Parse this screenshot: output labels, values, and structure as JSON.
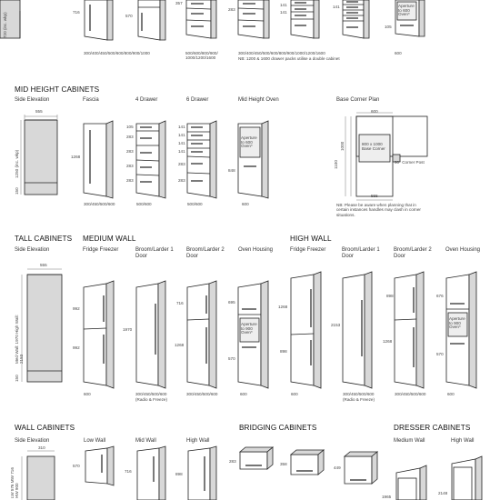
{
  "colors": {
    "ink": "#222222",
    "cabinet_side": "#d8d8d8",
    "cabinet_face": "#ffffff",
    "oven_glass": "#eeeeee"
  },
  "top_row": {
    "dims": {
      "d716": "716",
      "d570": "570",
      "d1": "357",
      "d2": "283",
      "d3": "141",
      "d4": "141",
      "d5": "141",
      "d6": "105",
      "side_vertical": "720 (inc. wkp)",
      "oven_text": "Aperture to 600 Oven*"
    },
    "captions": {
      "a": "300/400/450/500/600/800/900/1000",
      "b": "500/600/800/900/ 1000/1200/1600",
      "c": "300/400/450/500/600/800/900/1000/1200/1600",
      "c_note": "NB: 1200 & 1600 drawer packs utilise a double cabinet",
      "d": "600"
    }
  },
  "mid_height": {
    "heading": "MID HEIGHT CABINETS",
    "labels": {
      "side": "Side Elevation",
      "fascia": "Fascia",
      "four": "4 Drawer",
      "six": "6 Drawer",
      "oven": "Mid Height Oven",
      "plan": "Base Corner Plan"
    },
    "dims": {
      "depth": "555",
      "height": "1250 (inc. wkp)",
      "plinth": "150",
      "fascia_h": "1268",
      "oven_h": "848",
      "oven_text": "Aperture to 600 Oven*",
      "d4_a": "105",
      "d4_b": "283",
      "d4_c": "283",
      "d4_d": "283",
      "d4_e": "283",
      "d6_a": "141",
      "d6_b": "141",
      "d6_c": "141",
      "d6_d": "141",
      "d6_e": "283",
      "d6_f": "283",
      "plan_w": "600",
      "plan_d": "555",
      "plan_l1": "1100",
      "plan_l2": "1000",
      "plan_box": "800 x 1000 Base Corner",
      "plan_post": "90° Corner Post"
    },
    "captions": {
      "fascia": "300/450/500/600",
      "four": "500/600",
      "six": "500/600",
      "oven": "600",
      "plan_note": "NB: Please be aware when planning that in certain instances handles may clash in corner situations."
    }
  },
  "tall": {
    "heading": "TALL CABINETS",
    "side_label": "Side Elevation",
    "medium_wall": "MEDIUM WALL",
    "high_wall": "HIGH WALL",
    "labels": {
      "mw_ff": "Fridge Freezer",
      "mw_b1": "Broom/Larder 1 Door",
      "mw_b2": "Broom/Larder 2 Door",
      "mw_oh": "Oven Housing",
      "hw_ff": "Fridge Freezer",
      "hw_b1": "Broom/Larder 1 Door",
      "hw_b2": "Broom/Larder 2 Door",
      "hw_oh": "Oven Housing"
    },
    "dims": {
      "depth": "555",
      "side_h": "Med Wall: 1970 High Wall: 2153",
      "plinth": "150",
      "ff_top": "992",
      "ff_bot": "992",
      "b1": "1970",
      "b2_top": "716",
      "b2_bot": "1268",
      "oh_top": "695",
      "oh_bot": "570",
      "oh_text": "Aperture to 900 Oven*",
      "hff_top": "1268",
      "hff_bot": "898",
      "hb1": "2153",
      "hb2_top": "898",
      "hb2_bot": "1268",
      "hoh_top": "676",
      "hoh_bot": "570",
      "hoh_text": "Aperture to 900 Oven*"
    },
    "captions": {
      "mw_ff": "600",
      "mw_b1": "300/450/500/600",
      "mw_b1_note": "(Radio & Freeze)",
      "mw_b2": "300/450/500/600",
      "mw_oh": "600",
      "hw_ff": "600",
      "hw_b1": "300/450/500/600",
      "hw_b1_note": "(Radio & Freeze)",
      "hw_b2": "300/450/500/600",
      "hw_oh": "600"
    }
  },
  "wall": {
    "heading": "WALL CABINETS",
    "side_label": "Side Elevation",
    "labels": {
      "low": "Low Wall",
      "mid": "Mid Wall",
      "high": "High Wall"
    },
    "dims": {
      "depth": "310",
      "side_h": "LW 576 MW 716 HW 900",
      "low": "570",
      "mid": "716",
      "high": "898"
    }
  },
  "bridging": {
    "heading": "BRIDGING CABINETS",
    "dims": {
      "a": "283",
      "b": "358",
      "c": "449"
    }
  },
  "dresser": {
    "heading": "DRESSER CABINETS",
    "labels": {
      "mid": "Medium Wall",
      "high": "High Wall"
    },
    "dims": {
      "mid": "1965",
      "high": "2148"
    }
  }
}
